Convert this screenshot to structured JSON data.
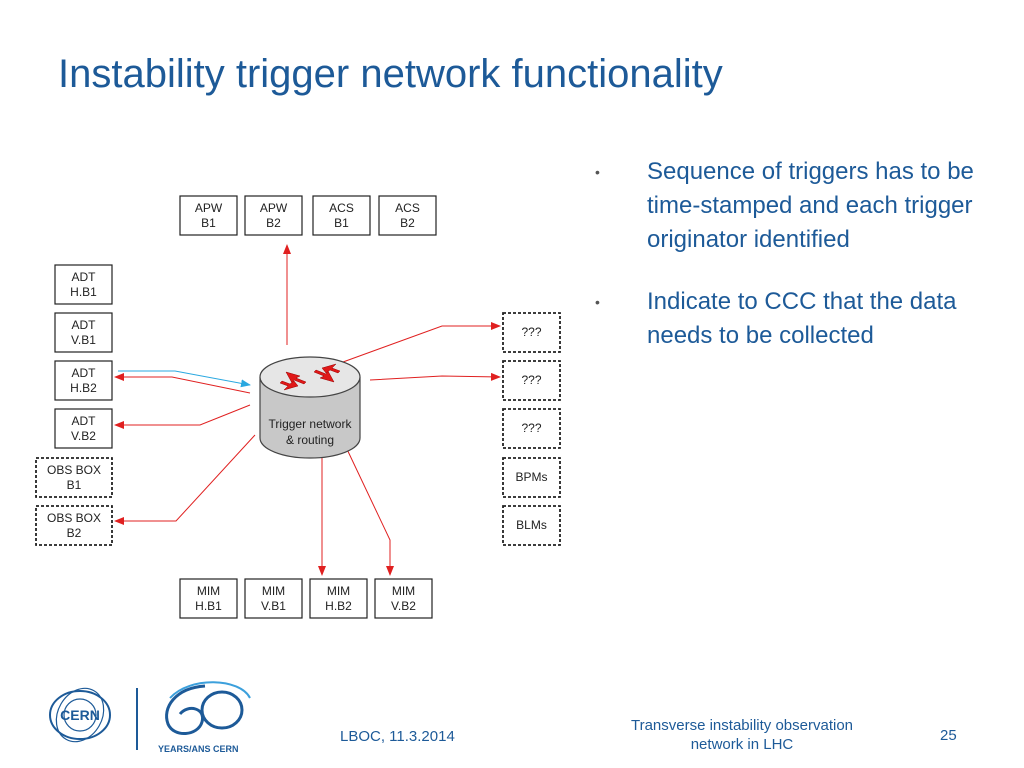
{
  "slide": {
    "title": "Instability trigger network functionality",
    "bullets": [
      {
        "marker": "•",
        "text": "Sequence of triggers has to be time-stamped and each trigger originator identified"
      },
      {
        "marker": "•",
        "text": "Indicate to CCC that the data needs to be collected"
      }
    ]
  },
  "diagram": {
    "router": {
      "lines": [
        "Trigger network",
        "& routing"
      ],
      "icon": "router-icon"
    },
    "top_boxes": [
      {
        "id": "apw-b1",
        "lines": [
          "APW",
          "B1"
        ],
        "style": "solid"
      },
      {
        "id": "apw-b2",
        "lines": [
          "APW",
          "B2"
        ],
        "style": "solid"
      },
      {
        "id": "acs-b1",
        "lines": [
          "ACS",
          "B1"
        ],
        "style": "solid"
      },
      {
        "id": "acs-b2",
        "lines": [
          "ACS",
          "B2"
        ],
        "style": "solid"
      }
    ],
    "left_boxes": [
      {
        "id": "adt-hb1",
        "lines": [
          "ADT",
          "H.B1"
        ],
        "style": "solid"
      },
      {
        "id": "adt-vb1",
        "lines": [
          "ADT",
          "V.B1"
        ],
        "style": "solid"
      },
      {
        "id": "adt-hb2",
        "lines": [
          "ADT",
          "H.B2"
        ],
        "style": "solid"
      },
      {
        "id": "adt-vb2",
        "lines": [
          "ADT",
          "V.B2"
        ],
        "style": "solid"
      },
      {
        "id": "obs-b1",
        "lines": [
          "OBS BOX",
          "B1"
        ],
        "style": "dashed"
      },
      {
        "id": "obs-b2",
        "lines": [
          "OBS BOX",
          "B2"
        ],
        "style": "dashed"
      }
    ],
    "right_boxes": [
      {
        "id": "unk-1",
        "lines": [
          "???"
        ],
        "style": "dashed"
      },
      {
        "id": "unk-2",
        "lines": [
          "???"
        ],
        "style": "dashed"
      },
      {
        "id": "unk-3",
        "lines": [
          "???"
        ],
        "style": "dashed"
      },
      {
        "id": "bpms",
        "lines": [
          "BPMs"
        ],
        "style": "dashed"
      },
      {
        "id": "blms",
        "lines": [
          "BLMs"
        ],
        "style": "dashed"
      }
    ],
    "bottom_boxes": [
      {
        "id": "mim-hb1",
        "lines": [
          "MIM",
          "H.B1"
        ],
        "style": "solid"
      },
      {
        "id": "mim-vb1",
        "lines": [
          "MIM",
          "V.B1"
        ],
        "style": "solid"
      },
      {
        "id": "mim-hb2",
        "lines": [
          "MIM",
          "H.B2"
        ],
        "style": "solid"
      },
      {
        "id": "mim-vb2",
        "lines": [
          "MIM",
          "V.B2"
        ],
        "style": "solid"
      }
    ],
    "colors": {
      "output_arrow": "#e02020",
      "input_arrow": "#2aa8e0",
      "router_body": "#c8c8c8",
      "router_arrows": "#e01818"
    }
  },
  "footer": {
    "event": "LBOC, 11.3.2014",
    "subtitle_lines": [
      "Transverse instability observation",
      "network in LHC"
    ],
    "page_number": "25",
    "logos": {
      "cern": "CERN",
      "anniversary": "YEARS/ANS CERN"
    }
  },
  "colors": {
    "accent": "#1d5a98"
  }
}
